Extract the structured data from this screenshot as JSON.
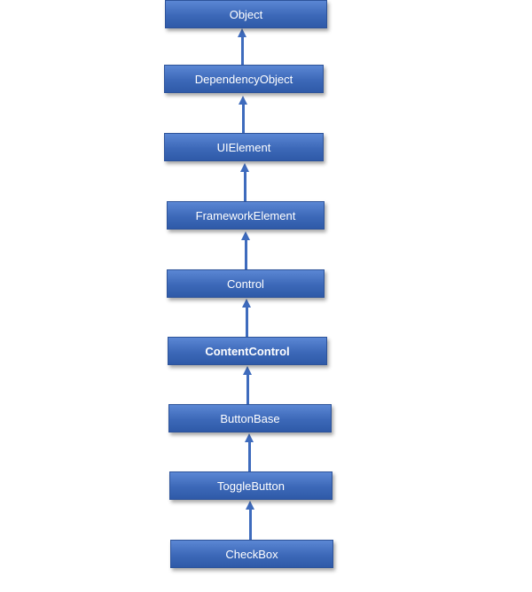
{
  "diagram": {
    "nodes": [
      {
        "label": "Object",
        "bold": false
      },
      {
        "label": "DependencyObject",
        "bold": false
      },
      {
        "label": "UIElement",
        "bold": false
      },
      {
        "label": "FrameworkElement",
        "bold": false
      },
      {
        "label": "Control",
        "bold": false
      },
      {
        "label": "ContentControl",
        "bold": true
      },
      {
        "label": "ButtonBase",
        "bold": false
      },
      {
        "label": "ToggleButton",
        "bold": false
      },
      {
        "label": "CheckBox",
        "bold": false
      }
    ],
    "colors": {
      "node_fill": "#4472c4",
      "arrow": "#3e6bbd",
      "text": "#ffffff"
    }
  }
}
